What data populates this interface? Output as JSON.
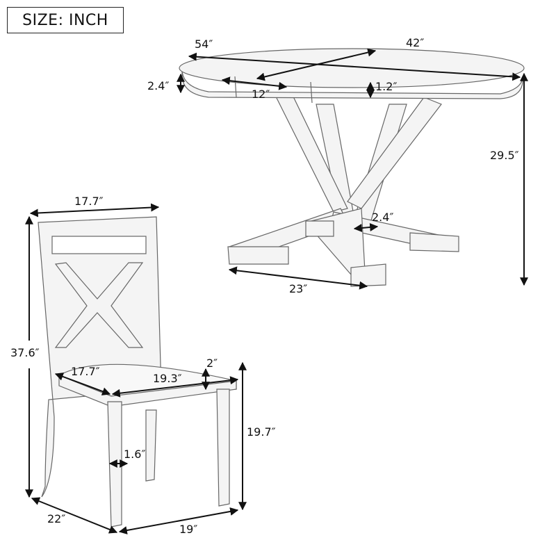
{
  "header": {
    "unit_label": "SIZE: INCH"
  },
  "table": {
    "length": "54″",
    "width": "42″",
    "apron_height": "2.4″",
    "leaf_width": "12″",
    "top_thickness": "1.2″",
    "total_height": "29.5″",
    "leg_width": "2.4″",
    "base_width": "23″"
  },
  "chair": {
    "back_width": "17.7″",
    "total_height": "37.6″",
    "seat_depth": "17.7″",
    "seat_width": "19.3″",
    "seat_thickness": "2″",
    "seat_height": "19.7″",
    "leg_width": "1.6″",
    "depth": "22″",
    "width": "19″"
  },
  "colors": {
    "line": "#111111",
    "sketch": "#666666",
    "fill": "#f2f2f2"
  }
}
